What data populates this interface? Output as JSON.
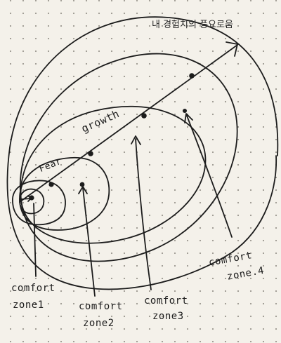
{
  "caption": "내 경험치의 풍요로움",
  "labels": {
    "growth": "growth",
    "fear": "Fear",
    "zone1": [
      "comfort",
      "zone1"
    ],
    "zone2": [
      "comfort",
      "zone2"
    ],
    "zone3": [
      "comfort",
      "zone3"
    ],
    "zone4": [
      "comfort",
      "zone.4"
    ]
  }
}
